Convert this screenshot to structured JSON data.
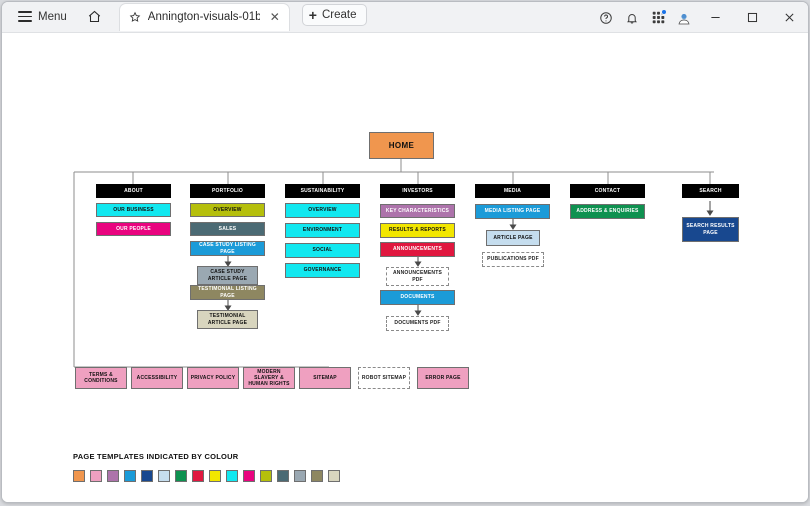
{
  "window": {
    "title": "Annington-visuals-01b....",
    "menu_label": "Menu",
    "create_label": "Create",
    "icons": {
      "hamburger": "hamburger-icon",
      "home": "home-icon",
      "favorite": "star-icon",
      "close_tab": "close-icon",
      "help": "help-circle-icon",
      "notifications": "bell-icon",
      "apps": "apps-grid-icon",
      "account": "account-avatar-icon",
      "minimize": "minimize-icon",
      "maximize": "maximize-icon",
      "close_window": "window-close-icon"
    }
  },
  "diagram": {
    "root": {
      "label": "HOME",
      "color": "#f0964e"
    },
    "columns": [
      {
        "header": "ABOUT",
        "children": [
          {
            "label": "OUR BUSINESS",
            "color": "#12e8f0",
            "text": "#111"
          },
          {
            "label": "OUR PEOPLE",
            "color": "#e9047f",
            "text": "#fff"
          }
        ]
      },
      {
        "header": "PORTFOLIO",
        "children": [
          {
            "label": "OVERVIEW",
            "color": "#b5bf0c",
            "text": "#111"
          },
          {
            "label": "SALES",
            "color": "#4b6a74",
            "text": "#fff"
          },
          {
            "label": "CASE STUDY LISTING PAGE",
            "color": "#1b9bd8",
            "text": "#fff"
          },
          {
            "label": "CASE STUDY ARTICLE PAGE",
            "color": "#9aa8b2",
            "text": "#111",
            "arrow": true
          },
          {
            "label": "TESTIMONIAL LISTING PAGE",
            "color": "#8e8761",
            "text": "#fff"
          },
          {
            "label": "TESTIMONIAL ARTICLE PAGE",
            "color": "#d8d5be",
            "text": "#111",
            "arrow": true
          }
        ]
      },
      {
        "header": "SUSTAINABILITY",
        "children": [
          {
            "label": "OVERVIEW",
            "color": "#12e8f0",
            "text": "#111"
          },
          {
            "label": "ENVIRONMENT",
            "color": "#12e8f0",
            "text": "#111"
          },
          {
            "label": "SOCIAL",
            "color": "#12e8f0",
            "text": "#111"
          },
          {
            "label": "GOVERNANCE",
            "color": "#12e8f0",
            "text": "#111"
          }
        ]
      },
      {
        "header": "INVESTORS",
        "children": [
          {
            "label": "KEY CHARACTERISTICS",
            "color": "#a濃",
            "text": "#fff"
          },
          {
            "label": "RESULTS & REPORTS",
            "color": "#f2e600",
            "text": "#111"
          },
          {
            "label": "ANNOUNCEMENTS",
            "color": "#e0173f",
            "text": "#fff"
          },
          {
            "label": "ANNOUNCEMENTS PDF",
            "dashed": true,
            "arrow": true
          },
          {
            "label": "DOCUMENTS",
            "color": "#1b9bd8",
            "text": "#fff"
          },
          {
            "label": "DOCUMENTS PDF",
            "dashed": true,
            "arrow": true
          }
        ]
      },
      {
        "header": "MEDIA",
        "children": [
          {
            "label": "MEDIA LISTING PAGE",
            "color": "#1b9bd8",
            "text": "#fff"
          },
          {
            "label": "ARTICLE PAGE",
            "color": "#c5ddee",
            "text": "#111",
            "arrow": true
          },
          {
            "label": "PUBLICATIONS PDF",
            "dashed": true
          }
        ]
      },
      {
        "header": "CONTACT",
        "children": [
          {
            "label": "ADDRESS & ENQUIRIES",
            "color": "#0e9150",
            "text": "#fff"
          }
        ]
      },
      {
        "header": "SEARCH",
        "children": [
          {
            "label": "SEARCH RESULTS PAGE",
            "color": "#18488f",
            "text": "#fff",
            "arrow": true
          }
        ]
      }
    ],
    "footer_nodes": [
      {
        "label": "TERMS & CONDITIONS",
        "color": "#efa0c0",
        "connector": true
      },
      {
        "label": "ACCESSIBILITY",
        "color": "#efa0c0",
        "connector": true
      },
      {
        "label": "PRIVACY POLICY",
        "color": "#efa0c0",
        "connector": true
      },
      {
        "label": "MODERN SLAVERY & HUMAN RIGHTS",
        "color": "#efa0c0",
        "connector": true
      },
      {
        "label": "SITEMAP",
        "color": "#efa0c0",
        "connector": true
      },
      {
        "label": "ROBOT SITEMAP",
        "dashed": true,
        "connector": false
      },
      {
        "label": "ERROR PAGE",
        "color": "#efa0c0",
        "connector": false
      }
    ]
  },
  "legend": {
    "title": "PAGE TEMPLATES INDICATED BY COLOUR",
    "swatches": [
      "#f0964e",
      "#efa0c0",
      "#a濃",
      "#1b9bd8",
      "#18488f",
      "#c5ddee",
      "#0e9150",
      "#e0173f",
      "#f2e600",
      "#12e8f0",
      "#e9047f",
      "#b5bf0c",
      "#4b6a74",
      "#9aa8b2",
      "#8e8761",
      "#d8d5be"
    ]
  }
}
